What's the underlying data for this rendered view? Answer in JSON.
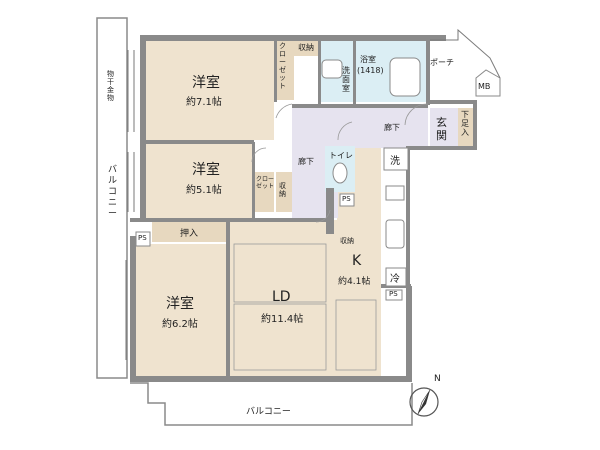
{
  "rooms": {
    "western1": {
      "name": "洋室",
      "area": "約7.1帖"
    },
    "western2": {
      "name": "洋室",
      "area": "約5.1帖"
    },
    "western3": {
      "name": "洋室",
      "area": "約6.2帖"
    },
    "ld": {
      "name": "LD",
      "area": "約11.4帖"
    },
    "kitchen": {
      "name": "K",
      "area": "約4.1帖"
    },
    "bath": {
      "name": "浴室",
      "size": "(1418)"
    },
    "washroom": "洗面室",
    "toilet": "トイレ",
    "entrance": "玄関"
  },
  "labels": {
    "closet1": "クローゼット",
    "closet2": "クローゼット",
    "storage1": "収納",
    "storage2": "収納",
    "storage3": "収納",
    "oshiire": "押入",
    "shoe_closet": "下足入",
    "corridor1": "廊下",
    "corridor2": "廊下",
    "porch": "ポーチ",
    "mb": "MB",
    "ps1": "PS",
    "ps2": "PS",
    "ps3": "PS",
    "fridge": "冷",
    "washer": "洗",
    "balcony_left": "バルコニー",
    "balcony_bottom": "バルコニー",
    "laundry_fixture": "物干金物"
  },
  "compass": "N"
}
